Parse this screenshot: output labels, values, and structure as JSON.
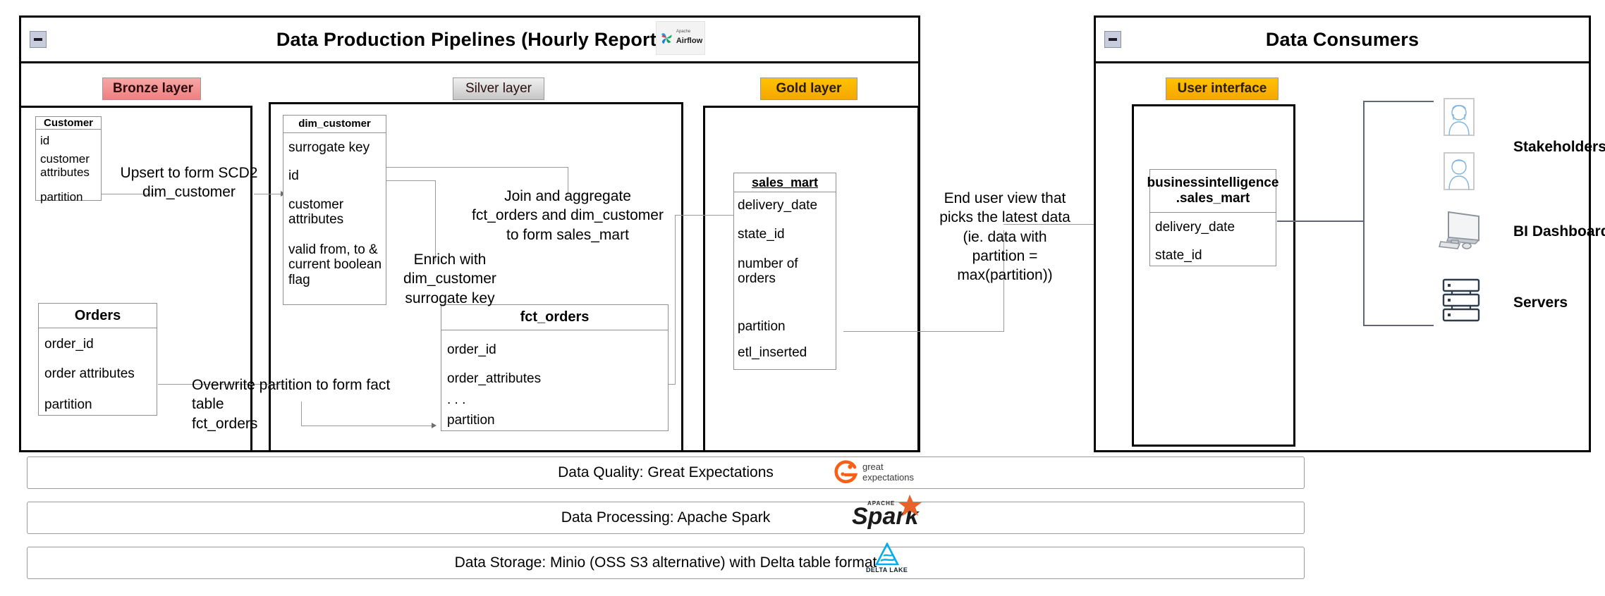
{
  "pipelines_panel": {
    "title": "Data Production Pipelines  (Hourly Report)",
    "collapse_icon": "minus-icon",
    "logo": {
      "name": "apache-airflow-logo",
      "top_text": "Apache",
      "text": "Airflow"
    },
    "layers": [
      {
        "key": "bronze",
        "badge": "Bronze layer"
      },
      {
        "key": "silver",
        "badge": "Silver layer"
      },
      {
        "key": "gold",
        "badge": "Gold layer"
      }
    ],
    "entities": {
      "customer": {
        "name": "Customer",
        "fields": [
          "id",
          "customer",
          "attributes",
          "partition"
        ]
      },
      "orders": {
        "name": "Orders",
        "fields": [
          "order_id",
          "order attributes",
          "partition"
        ]
      },
      "dim_customer": {
        "name": "dim_customer",
        "fields": [
          "surrogate key",
          "id",
          "customer",
          "attributes",
          "valid from, to &",
          "current boolean",
          "flag"
        ]
      },
      "fct_orders": {
        "name": "fct_orders",
        "fields": [
          "order_id",
          "order_attributes",
          ".                 .    .",
          "partition"
        ]
      },
      "sales_mart": {
        "name": "sales_mart",
        "fields": [
          "delivery_date",
          "state_id",
          "number of",
          "orders",
          "partition",
          "etl_inserted"
        ]
      }
    },
    "edge_labels": {
      "upsert": "Upsert to form SCD2\ndim_customer",
      "overwrite": "Overwrite partition to form fact table\nfct_orders",
      "enrich": "Enrich with\ndim_customer\nsurrogate key",
      "join": "Join and aggregate\nfct_orders and dim_customer\nto form sales_mart",
      "end_user_view": "End user view that\npicks the latest data\n(ie. data with\npartition = max(partition))"
    }
  },
  "consumers_panel": {
    "title": "Data Consumers",
    "collapse_icon": "minus-icon",
    "badge": "User interface",
    "entity": {
      "name_line1": "businessintelligence",
      "name_line2": ".sales_mart",
      "fields": [
        "delivery_date",
        "state_id"
      ]
    },
    "consumers": [
      {
        "label": "Stakeholders",
        "icon": "person-icon"
      },
      {
        "label": "BI Dashboards",
        "icon": "monitor-icon"
      },
      {
        "label": "Servers",
        "icon": "server-rack-icon"
      }
    ]
  },
  "foundation_bars": [
    {
      "text": "Data Quality: Great Expectations",
      "logo": {
        "name": "great-expectations-logo",
        "line1": "great",
        "line2": "expectations"
      }
    },
    {
      "text": "Data Processing: Apache Spark",
      "logo": {
        "name": "apache-spark-logo",
        "small": "APACHE",
        "word": "Spark"
      }
    },
    {
      "text": "Data Storage: Minio (OSS S3 alternative) with Delta table format",
      "logo": {
        "name": "delta-lake-logo",
        "word": "DELTA LAKE"
      }
    }
  ],
  "colors": {
    "bronze": "#ef8080",
    "silver": "#c6c6c6",
    "gold": "#f5a700",
    "frame": "#000000",
    "connector": "#9a9a9a",
    "consumer_connector": "#5f6773",
    "spark_orange": "#e8622a",
    "ge_orange": "#f6601a",
    "delta_blue": "#00adef",
    "person_blue": "#7fb4e0"
  }
}
